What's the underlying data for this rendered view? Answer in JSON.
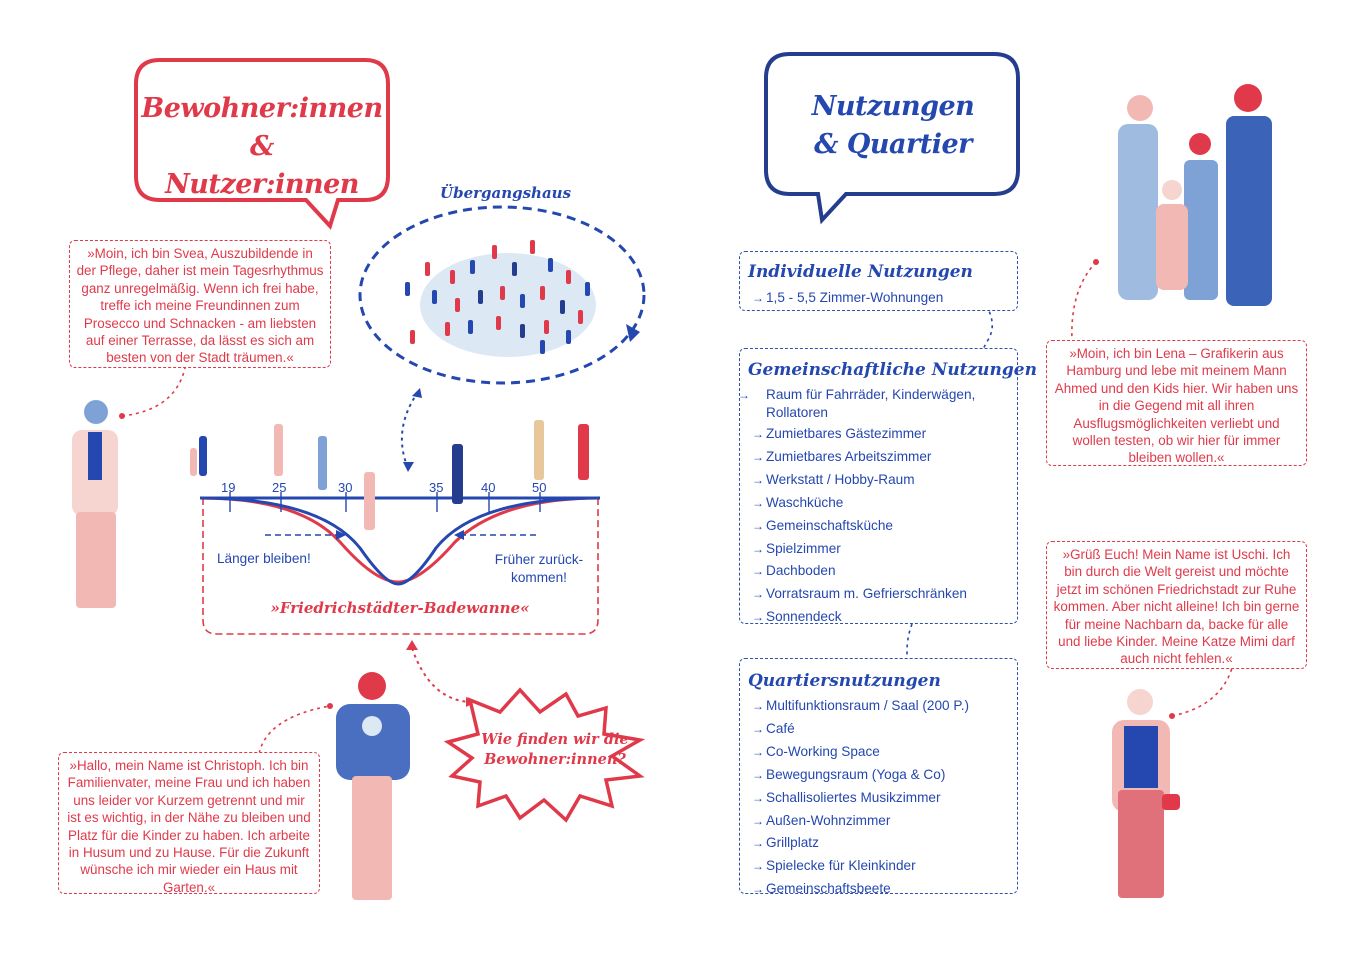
{
  "left": {
    "title_line1": "Bewohner:innen &",
    "title_line2": "Nutzer:innen",
    "transition_house_label": "Übergangshaus",
    "quote_svea": "»Moin, ich bin Svea, Auszubildende in der Pflege, daher ist mein Tagesrhythmus ganz unregelmäßig. Wenn ich frei habe, treffe ich meine Freundinnen zum Prosecco und Schnacken - am liebsten auf einer Terrasse, da lässt es sich am besten von der Stadt träumen.«",
    "quote_christoph": "»Hallo, mein Name ist Christoph. Ich bin Familienvater, meine Frau und ich haben uns leider vor Kurzem getrennt und mir ist es wichtig, in der Nähe zu bleiben und Platz für die Kinder zu haben. Ich arbeite in Husum und zu Hause. Für die Zukunft wünsche ich mir wieder ein Haus mit Garten.«",
    "stay_longer": "Länger bleiben!",
    "return_earlier_1": "Früher zurück-",
    "return_earlier_2": "kommen!",
    "bathtub_label": "»Friedrichstädter-Badewanne«",
    "burst_line1": "Wie finden wir die",
    "burst_line2": "Bewohner:innen?"
  },
  "right": {
    "title_line1": "Nutzungen",
    "title_line2": "& Quartier",
    "individual": {
      "title": "Individuelle Nutzungen",
      "items": [
        "1,5 - 5,5 Zimmer-Wohnungen"
      ]
    },
    "shared": {
      "title": "Gemeinschaftliche Nutzungen",
      "items": [
        "Raum für Fahrräder, Kinderwägen, Rollatoren",
        "Zumietbares Gästezimmer",
        "Zumietbares Arbeitszimmer",
        "Werkstatt / Hobby-Raum",
        "Waschküche",
        "Gemeinschaftsküche",
        "Spielzimmer",
        "Dachboden",
        "Vorratsraum m. Gefrierschränken",
        "Sonnendeck"
      ]
    },
    "district": {
      "title": "Quartiersnutzungen",
      "items": [
        "Multifunktionsraum / Saal (200 P.)",
        "Café",
        "Co-Working Space",
        "Bewegungsraum (Yoga & Co)",
        "Schallisoliertes Musikzimmer",
        "Außen-Wohnzimmer",
        "Grillplatz",
        "Spielecke für Kleinkinder",
        "Gemeinschaftsbeete"
      ]
    },
    "quote_lena": "»Moin, ich bin Lena – Grafikerin aus Hamburg und lebe mit meinem Mann Ahmed und den Kids hier. Wir haben uns in die Gegend mit all ihren Ausflugsmöglichkeiten verliebt und wollen testen, ob wir hier für immer bleiben wollen.«",
    "quote_uschi": "»Grüß Euch! Mein Name ist Uschi. Ich bin durch die Welt gereist und möchte jetzt im schönen Friedrichstadt zur Ruhe kommen. Aber nicht alleine! Ich bin gerne für meine Nachbarn da, backe für alle und liebe Kinder. Meine Katze Mimi darf auch nicht fehlen.«"
  },
  "chart_data": {
    "type": "line",
    "x_ticks": [
      "19",
      "25",
      "30",
      "35",
      "40",
      "50"
    ],
    "series": [],
    "annotations": [
      "Länger bleiben!",
      "Früher zurück-kommen!",
      "»Friedrichstädter-Badewanne«"
    ]
  },
  "arrow_glyph": "→",
  "colors": {
    "red": "#e03a4a",
    "blue": "#2447b0",
    "navy": "#253d8f",
    "light_blue": "#dde8f5",
    "pink": "#f2b8b4"
  }
}
